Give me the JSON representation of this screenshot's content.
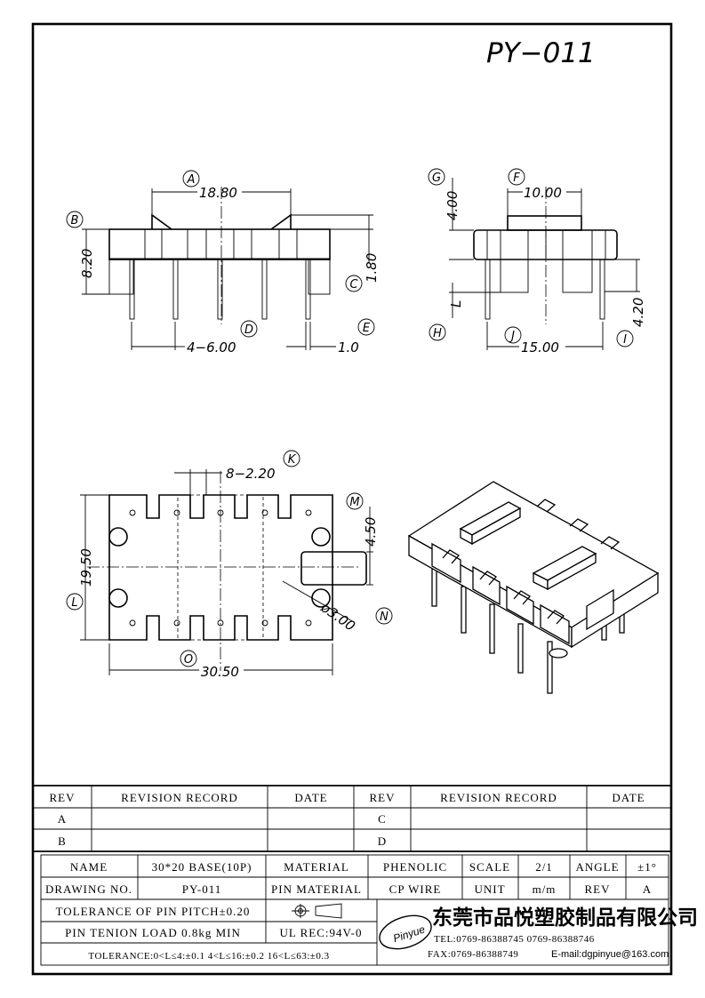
{
  "drawing": {
    "number": "PY−011"
  },
  "dimensions": {
    "a": "18.80",
    "b": "8.20",
    "c": "1.80",
    "d": "4−6.00",
    "e": "1.0",
    "f": "10.00",
    "g": "4.00",
    "h": "L",
    "i": "4.20",
    "j": "15.00",
    "k": "8−2.20",
    "l": "19.50",
    "m": "4.50",
    "n": "ø3.00",
    "o": "30.50"
  },
  "callouts": [
    "A",
    "B",
    "C",
    "D",
    "E",
    "F",
    "G",
    "H",
    "I",
    "J",
    "K",
    "L",
    "M",
    "N",
    "O"
  ],
  "revision_table": {
    "headers": [
      "REV",
      "REVISION RECORD",
      "DATE",
      "REV",
      "REVISION RECORD",
      "DATE"
    ],
    "rows": [
      [
        "A",
        "",
        "",
        "C",
        "",
        ""
      ],
      [
        "B",
        "",
        "",
        "D",
        "",
        ""
      ]
    ]
  },
  "title_block": {
    "name_label": "NAME",
    "name_value": "30*20 BASE(10P)",
    "material_label": "MATERIAL",
    "material_value": "PHENOLIC",
    "scale_label": "SCALE",
    "scale_value": "2/1",
    "angle_label": "ANGLE",
    "angle_value": "±1°",
    "drawing_no_label": "DRAWING NO.",
    "drawing_no_value": "PY-011",
    "pin_material_label": "PIN MATERIAL",
    "pin_material_value": "CP WIRE",
    "unit_label": "UNIT",
    "unit_value": "m/m",
    "rev_label": "REV",
    "rev_value": "A",
    "tolerance_pitch": "TOLERANCE OF PIN PITCH±0.20",
    "pin_tension": "PIN TENION LOAD 0.8kg MIN",
    "ul_rec": "UL REC:94V-0",
    "tolerance_ranges": "TOLERANCE:0<L≤4:±0.1  4<L≤16:±0.2  16<L≤63:±0.3"
  },
  "company": {
    "logo": "Pinyue",
    "name_cn": "东莞市品悦塑胶制品有限公司",
    "tel": "TEL:0769-86388745   0769-86388746",
    "fax": "FAX:0769-86388749",
    "email": "E-mail:dgpinyue@163.com"
  }
}
